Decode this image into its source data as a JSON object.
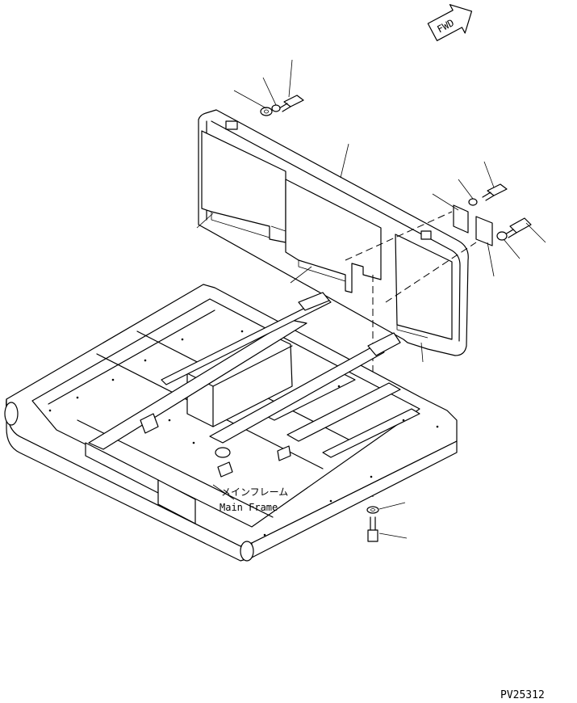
{
  "direction_arrow": {
    "text": "FWD"
  },
  "callout": {
    "japanese": "メインフレーム",
    "english": "Main Frame"
  },
  "drawing_id": "PV25312"
}
